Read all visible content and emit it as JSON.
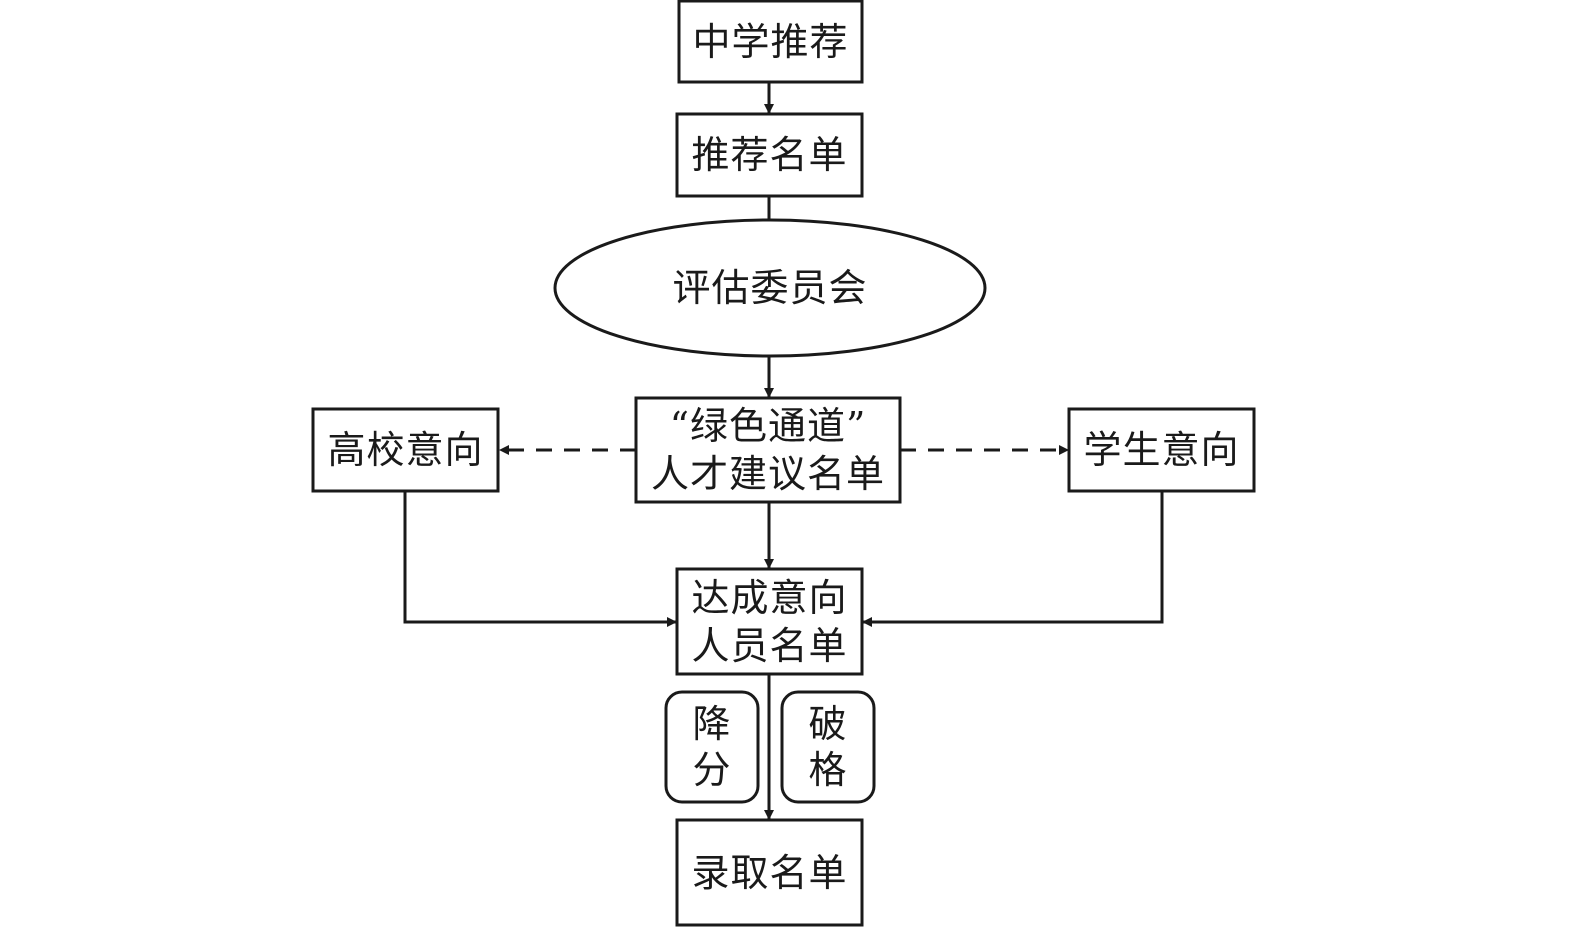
{
  "nodes": {
    "middle_school_recommend": "中学推荐",
    "recommend_list": "推荐名单",
    "evaluation_committee": "评估委员会",
    "green_channel_line1": "“绿色通道”",
    "green_channel_line2": "人才建议名单",
    "university_intent": "高校意向",
    "student_intent": "学生意向",
    "agreed_line1": "达成意向",
    "agreed_line2": "人员名单",
    "reduce_score_line1": "降",
    "reduce_score_line2": "分",
    "exception_line1": "破",
    "exception_line2": "格",
    "admission_list": "录取名单"
  },
  "colors": {
    "stroke": "#1a1a1a",
    "background": "#ffffff"
  }
}
